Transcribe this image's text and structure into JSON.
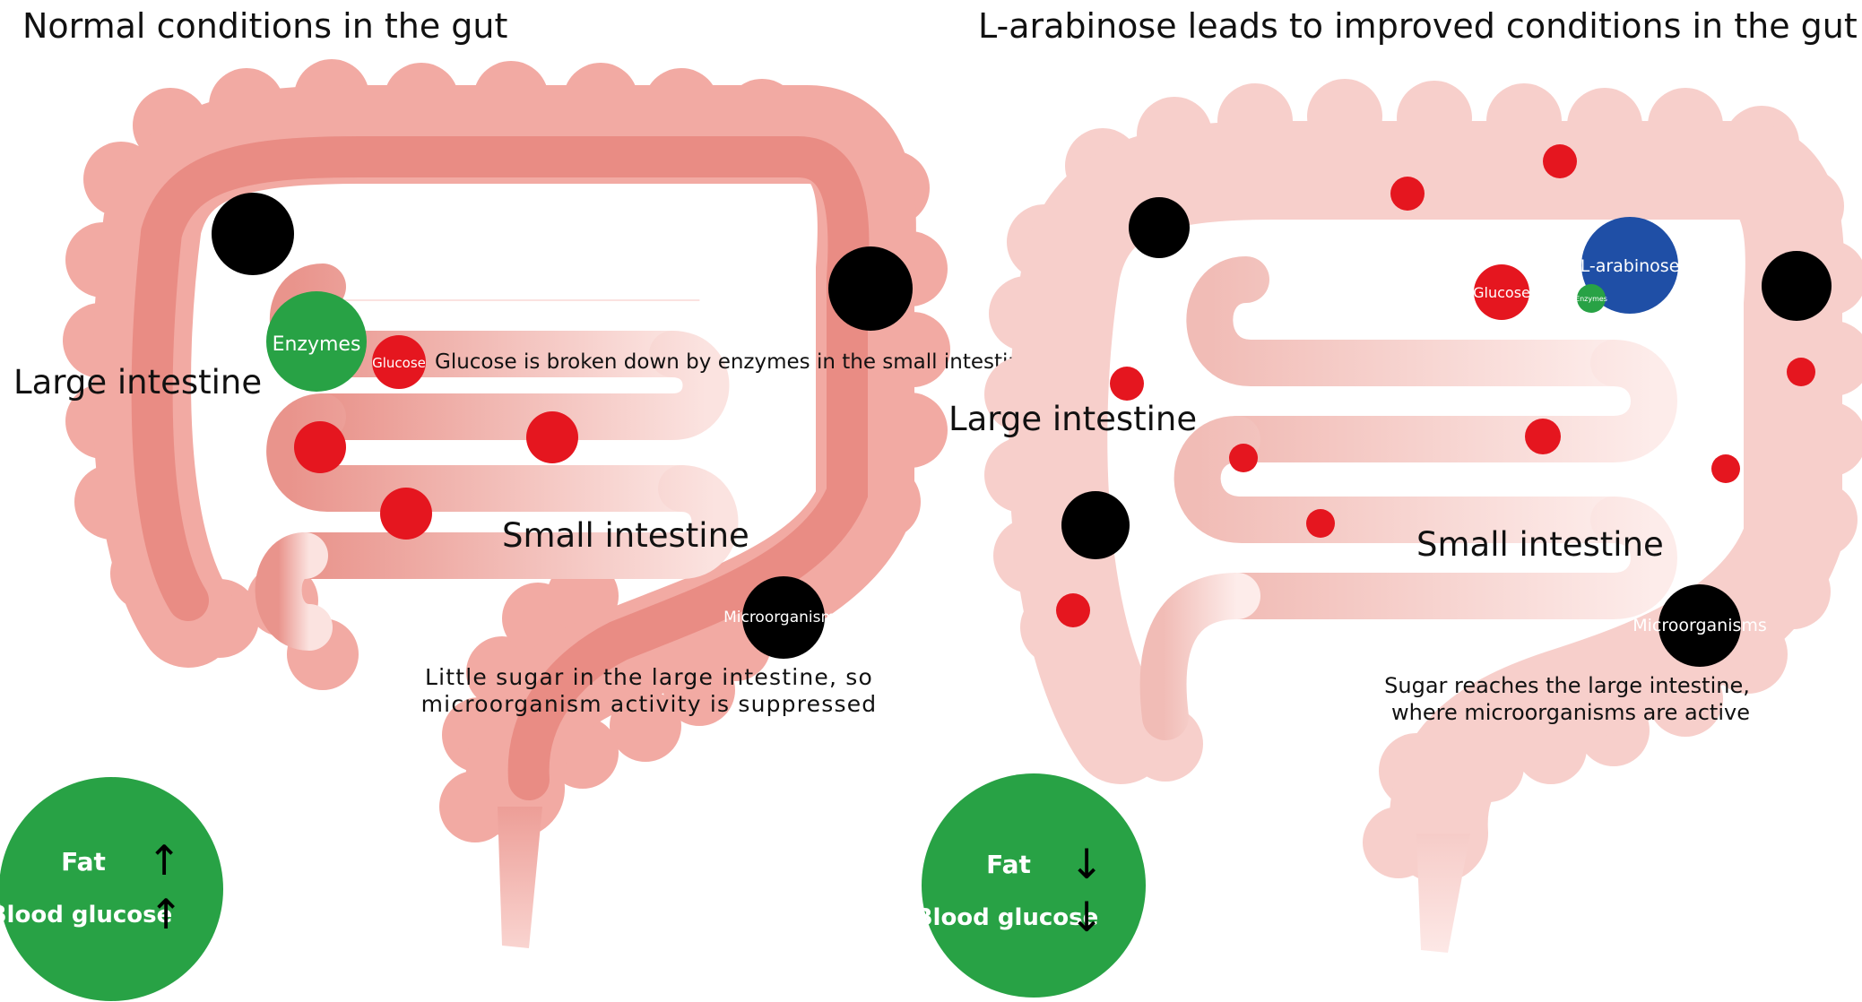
{
  "left_panel": {
    "title": "Normal conditions in the gut",
    "large_intestine_label": "Large intestine",
    "small_intestine_label": "Small intestine",
    "enzymes_label": "Enzymes",
    "glucose_label": "Glucose",
    "caption_glucose": "Glucose is broken down by enzymes in the small intestine.",
    "microorganisms_label": "Microorganisms",
    "caption_micro_line1": "Little sugar in the large intestine, so",
    "caption_micro_line2": "microorganism activity is suppressed",
    "fat_label": "Fat",
    "fat_arrow": "↑",
    "blood_label": "Blood glucose",
    "blood_arrow": "↑"
  },
  "right_panel": {
    "title": "L-arabinose leads to improved conditions in the gut",
    "large_intestine_label": "Large intestine",
    "small_intestine_label": "Small intestine",
    "arabinose_label": "L-arabinose",
    "glucose_label": "Glucose",
    "enzymes_label": "Enzymes",
    "microorganisms_label": "Microorganisms",
    "caption_line1": "Sugar reaches the large intestine,",
    "caption_line2": "where microorganisms are active",
    "fat_label": "Fat",
    "fat_arrow": "↓",
    "blood_label": "Blood glucose",
    "blood_arrow": "↓"
  },
  "colors": {
    "intestine_left": "#f2aaa3",
    "intestine_left_dark": "#e6827a",
    "intestine_right": "#f7cfcb",
    "intestine_right_dark": "#efb0aa",
    "glucose_red": "#e5161f",
    "microorganism_black": "#000000",
    "enzyme_green": "#28a245",
    "arabinose_blue": "#1f4fa6"
  }
}
